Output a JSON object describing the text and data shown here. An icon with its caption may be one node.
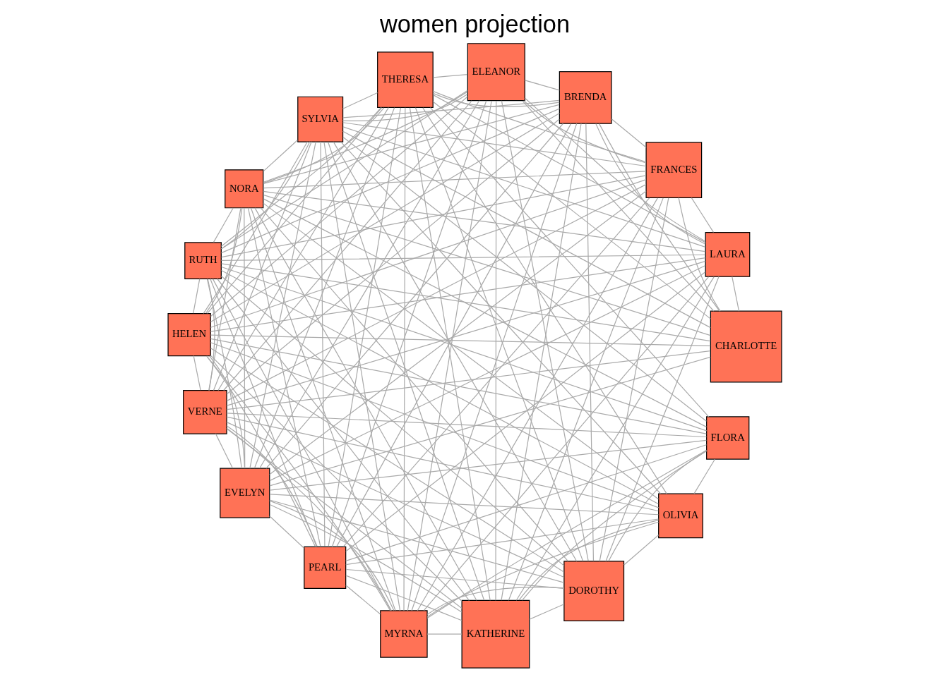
{
  "diagram": {
    "title": "women projection",
    "nodes": [
      {
        "text": [
          "CHARLOTTE"
        ]
      },
      {
        "text": [
          "LAURA"
        ]
      },
      {
        "text": [
          "SYLVIA"
        ]
      },
      {
        "text": [
          "FRANCES"
        ]
      },
      {
        "text": [
          "VERNE"
        ]
      },
      {
        "text": [
          "EVELYN"
        ]
      },
      {
        "text": [
          "KATHERINE"
        ]
      },
      {
        "text": [
          "MYRNA"
        ]
      },
      {
        "text": [
          "BRENDA"
        ]
      },
      {
        "text": [
          "ELEANOR"
        ]
      },
      {
        "text": [
          "HELEN"
        ]
      },
      {
        "text": [
          "THERESA"
        ]
      },
      {
        "text": [
          "DOROTHY"
        ]
      },
      {
        "text": [
          "OLIVIA"
        ]
      },
      {
        "text": [
          "FLORA"
        ]
      },
      {
        "text": [
          "RUTH"
        ]
      },
      {
        "text": [
          "NORA"
        ]
      },
      {
        "text": [
          "PEARL"
        ]
      }
    ],
    "edges": [
      {
        "from": 0,
        "to": 1,
        "arrow": "none"
      },
      {
        "from": 0,
        "to": 2,
        "arrow": "none"
      },
      {
        "from": 0,
        "to": 3,
        "arrow": "none"
      },
      {
        "from": 0,
        "to": 4,
        "arrow": "none"
      },
      {
        "from": 0,
        "to": 5,
        "arrow": "none"
      },
      {
        "from": 0,
        "to": 8,
        "arrow": "none"
      },
      {
        "from": 0,
        "to": 9,
        "arrow": "none"
      },
      {
        "from": 0,
        "to": 10,
        "arrow": "none"
      },
      {
        "from": 0,
        "to": 11,
        "arrow": "none"
      },
      {
        "from": 0,
        "to": 15,
        "arrow": "none"
      },
      {
        "from": 0,
        "to": 16,
        "arrow": "none"
      },
      {
        "from": 1,
        "to": 2,
        "arrow": "none"
      },
      {
        "from": 1,
        "to": 3,
        "arrow": "none"
      },
      {
        "from": 1,
        "to": 4,
        "arrow": "none"
      },
      {
        "from": 1,
        "to": 5,
        "arrow": "none"
      },
      {
        "from": 1,
        "to": 6,
        "arrow": "none"
      },
      {
        "from": 1,
        "to": 7,
        "arrow": "none"
      },
      {
        "from": 1,
        "to": 8,
        "arrow": "none"
      },
      {
        "from": 1,
        "to": 9,
        "arrow": "none"
      },
      {
        "from": 1,
        "to": 10,
        "arrow": "none"
      },
      {
        "from": 1,
        "to": 11,
        "arrow": "none"
      },
      {
        "from": 1,
        "to": 12,
        "arrow": "none"
      },
      {
        "from": 1,
        "to": 15,
        "arrow": "none"
      },
      {
        "from": 1,
        "to": 16,
        "arrow": "none"
      },
      {
        "from": 1,
        "to": 17,
        "arrow": "none"
      },
      {
        "from": 2,
        "to": 3,
        "arrow": "none"
      },
      {
        "from": 2,
        "to": 4,
        "arrow": "none"
      },
      {
        "from": 2,
        "to": 5,
        "arrow": "none"
      },
      {
        "from": 2,
        "to": 6,
        "arrow": "none"
      },
      {
        "from": 2,
        "to": 7,
        "arrow": "none"
      },
      {
        "from": 2,
        "to": 8,
        "arrow": "none"
      },
      {
        "from": 2,
        "to": 9,
        "arrow": "none"
      },
      {
        "from": 2,
        "to": 10,
        "arrow": "none"
      },
      {
        "from": 2,
        "to": 11,
        "arrow": "none"
      },
      {
        "from": 2,
        "to": 12,
        "arrow": "none"
      },
      {
        "from": 2,
        "to": 13,
        "arrow": "none"
      },
      {
        "from": 2,
        "to": 14,
        "arrow": "none"
      },
      {
        "from": 2,
        "to": 15,
        "arrow": "none"
      },
      {
        "from": 2,
        "to": 16,
        "arrow": "none"
      },
      {
        "from": 2,
        "to": 17,
        "arrow": "none"
      },
      {
        "from": 3,
        "to": 4,
        "arrow": "none"
      },
      {
        "from": 3,
        "to": 5,
        "arrow": "none"
      },
      {
        "from": 3,
        "to": 6,
        "arrow": "none"
      },
      {
        "from": 3,
        "to": 7,
        "arrow": "none"
      },
      {
        "from": 3,
        "to": 8,
        "arrow": "none"
      },
      {
        "from": 3,
        "to": 9,
        "arrow": "none"
      },
      {
        "from": 3,
        "to": 10,
        "arrow": "none"
      },
      {
        "from": 3,
        "to": 11,
        "arrow": "none"
      },
      {
        "from": 3,
        "to": 12,
        "arrow": "none"
      },
      {
        "from": 3,
        "to": 15,
        "arrow": "none"
      },
      {
        "from": 3,
        "to": 16,
        "arrow": "none"
      },
      {
        "from": 3,
        "to": 17,
        "arrow": "none"
      },
      {
        "from": 4,
        "to": 5,
        "arrow": "none"
      },
      {
        "from": 4,
        "to": 6,
        "arrow": "none"
      },
      {
        "from": 4,
        "to": 7,
        "arrow": "none"
      },
      {
        "from": 4,
        "to": 8,
        "arrow": "none"
      },
      {
        "from": 4,
        "to": 9,
        "arrow": "none"
      },
      {
        "from": 4,
        "to": 10,
        "arrow": "none"
      },
      {
        "from": 4,
        "to": 11,
        "arrow": "none"
      },
      {
        "from": 4,
        "to": 12,
        "arrow": "none"
      },
      {
        "from": 4,
        "to": 13,
        "arrow": "none"
      },
      {
        "from": 4,
        "to": 14,
        "arrow": "none"
      },
      {
        "from": 4,
        "to": 15,
        "arrow": "none"
      },
      {
        "from": 4,
        "to": 16,
        "arrow": "none"
      },
      {
        "from": 4,
        "to": 17,
        "arrow": "none"
      },
      {
        "from": 5,
        "to": 6,
        "arrow": "none"
      },
      {
        "from": 5,
        "to": 7,
        "arrow": "none"
      },
      {
        "from": 5,
        "to": 8,
        "arrow": "none"
      },
      {
        "from": 5,
        "to": 9,
        "arrow": "none"
      },
      {
        "from": 5,
        "to": 10,
        "arrow": "none"
      },
      {
        "from": 5,
        "to": 11,
        "arrow": "none"
      },
      {
        "from": 5,
        "to": 12,
        "arrow": "none"
      },
      {
        "from": 5,
        "to": 13,
        "arrow": "none"
      },
      {
        "from": 5,
        "to": 14,
        "arrow": "none"
      },
      {
        "from": 5,
        "to": 15,
        "arrow": "none"
      },
      {
        "from": 5,
        "to": 16,
        "arrow": "none"
      },
      {
        "from": 5,
        "to": 17,
        "arrow": "none"
      },
      {
        "from": 6,
        "to": 7,
        "arrow": "none"
      },
      {
        "from": 6,
        "to": 8,
        "arrow": "none"
      },
      {
        "from": 6,
        "to": 9,
        "arrow": "none"
      },
      {
        "from": 6,
        "to": 10,
        "arrow": "none"
      },
      {
        "from": 6,
        "to": 11,
        "arrow": "none"
      },
      {
        "from": 6,
        "to": 12,
        "arrow": "none"
      },
      {
        "from": 6,
        "to": 13,
        "arrow": "none"
      },
      {
        "from": 6,
        "to": 14,
        "arrow": "none"
      },
      {
        "from": 6,
        "to": 15,
        "arrow": "none"
      },
      {
        "from": 6,
        "to": 16,
        "arrow": "none"
      },
      {
        "from": 6,
        "to": 17,
        "arrow": "none"
      },
      {
        "from": 7,
        "to": 8,
        "arrow": "none"
      },
      {
        "from": 7,
        "to": 9,
        "arrow": "none"
      },
      {
        "from": 7,
        "to": 10,
        "arrow": "none"
      },
      {
        "from": 7,
        "to": 11,
        "arrow": "none"
      },
      {
        "from": 7,
        "to": 12,
        "arrow": "none"
      },
      {
        "from": 7,
        "to": 13,
        "arrow": "none"
      },
      {
        "from": 7,
        "to": 14,
        "arrow": "none"
      },
      {
        "from": 7,
        "to": 15,
        "arrow": "none"
      },
      {
        "from": 7,
        "to": 16,
        "arrow": "none"
      },
      {
        "from": 7,
        "to": 17,
        "arrow": "none"
      },
      {
        "from": 8,
        "to": 9,
        "arrow": "none"
      },
      {
        "from": 8,
        "to": 10,
        "arrow": "none"
      },
      {
        "from": 8,
        "to": 11,
        "arrow": "none"
      },
      {
        "from": 8,
        "to": 12,
        "arrow": "none"
      },
      {
        "from": 8,
        "to": 15,
        "arrow": "none"
      },
      {
        "from": 8,
        "to": 16,
        "arrow": "none"
      },
      {
        "from": 8,
        "to": 17,
        "arrow": "none"
      },
      {
        "from": 9,
        "to": 10,
        "arrow": "none"
      },
      {
        "from": 9,
        "to": 11,
        "arrow": "none"
      },
      {
        "from": 9,
        "to": 12,
        "arrow": "none"
      },
      {
        "from": 9,
        "to": 15,
        "arrow": "none"
      },
      {
        "from": 9,
        "to": 16,
        "arrow": "none"
      },
      {
        "from": 9,
        "to": 17,
        "arrow": "none"
      },
      {
        "from": 10,
        "to": 11,
        "arrow": "none"
      },
      {
        "from": 10,
        "to": 12,
        "arrow": "none"
      },
      {
        "from": 10,
        "to": 13,
        "arrow": "none"
      },
      {
        "from": 10,
        "to": 14,
        "arrow": "none"
      },
      {
        "from": 10,
        "to": 15,
        "arrow": "none"
      },
      {
        "from": 10,
        "to": 16,
        "arrow": "none"
      },
      {
        "from": 10,
        "to": 17,
        "arrow": "none"
      },
      {
        "from": 11,
        "to": 12,
        "arrow": "none"
      },
      {
        "from": 11,
        "to": 13,
        "arrow": "none"
      },
      {
        "from": 11,
        "to": 14,
        "arrow": "none"
      },
      {
        "from": 11,
        "to": 15,
        "arrow": "none"
      },
      {
        "from": 11,
        "to": 16,
        "arrow": "none"
      },
      {
        "from": 11,
        "to": 17,
        "arrow": "none"
      },
      {
        "from": 12,
        "to": 13,
        "arrow": "none"
      },
      {
        "from": 12,
        "to": 14,
        "arrow": "none"
      },
      {
        "from": 12,
        "to": 15,
        "arrow": "none"
      },
      {
        "from": 12,
        "to": 16,
        "arrow": "none"
      },
      {
        "from": 12,
        "to": 17,
        "arrow": "none"
      },
      {
        "from": 13,
        "to": 14,
        "arrow": "none"
      },
      {
        "from": 13,
        "to": 15,
        "arrow": "none"
      },
      {
        "from": 13,
        "to": 16,
        "arrow": "none"
      },
      {
        "from": 13,
        "to": 17,
        "arrow": "none"
      },
      {
        "from": 14,
        "to": 15,
        "arrow": "none"
      },
      {
        "from": 14,
        "to": 16,
        "arrow": "none"
      },
      {
        "from": 14,
        "to": 17,
        "arrow": "none"
      },
      {
        "from": 15,
        "to": 16,
        "arrow": "none"
      },
      {
        "from": 15,
        "to": 17,
        "arrow": "none"
      },
      {
        "from": 16,
        "to": 17,
        "arrow": "none"
      }
    ]
  }
}
